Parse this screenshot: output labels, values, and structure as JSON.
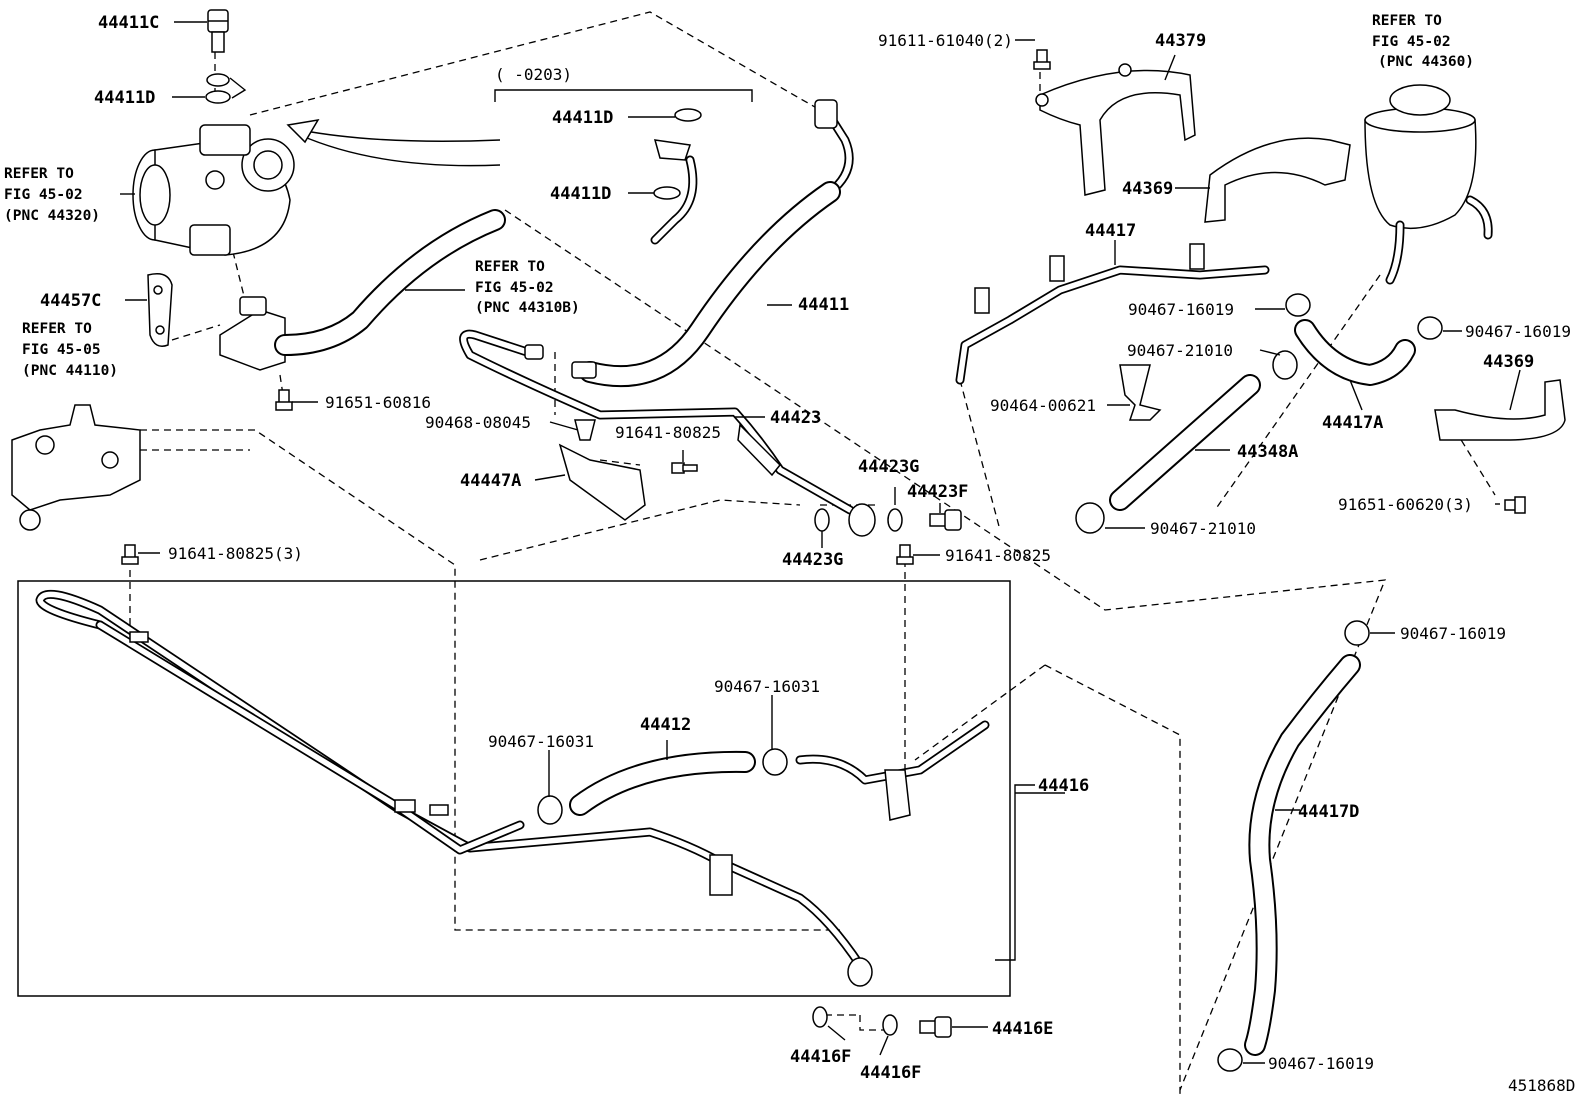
{
  "labels": {
    "c44411C": "44411C",
    "d44411D_top": "44411D",
    "d44411D_a": "44411D",
    "d44411D_b": "44411D",
    "d44457C": "44457C",
    "d44411": "44411",
    "d44423": "44423",
    "d44447A": "44447A",
    "d44423G_a": "44423G",
    "d44423G_b": "44423G",
    "d44423F": "44423F",
    "d44379": "44379",
    "d44369_a": "44369",
    "d44369_b": "44369",
    "d44417": "44417",
    "d44417A": "44417A",
    "d44348A": "44348A",
    "d44417D": "44417D",
    "d44412": "44412",
    "d44416": "44416",
    "d44416E": "44416E",
    "d44416F_a": "44416F",
    "d44416F_b": "44416F",
    "range_note": "(      -0203)"
  },
  "bolts": {
    "b91611": "91611-61040(2)",
    "b91651_816": "91651-60816",
    "b90468": "90468-08045",
    "b91641_a": "91641-80825",
    "b91641_b": "91641-80825(3)",
    "b91641_c": "91641-80825",
    "b90467_16019_a": "90467-16019",
    "b90467_16019_b": "90467-16019",
    "b90467_16019_c": "90467-16019",
    "b90467_16019_d": "90467-16019",
    "b90467_21010_a": "90467-21010",
    "b90467_21010_b": "90467-21010",
    "b90464": "90464-00621",
    "b91651_620": "91651-60620(3)",
    "b90467_16031_a": "90467-16031",
    "b90467_16031_b": "90467-16031"
  },
  "refs": {
    "pump": [
      "REFER TO",
      "FIG 45-02",
      "(PNC 44320)"
    ],
    "hose": [
      "REFER TO",
      "FIG 45-02",
      "(PNC 44310B)"
    ],
    "engine": [
      "REFER TO",
      "FIG 45-05",
      "(PNC 44110)"
    ],
    "reservoir": [
      "REFER TO",
      "FIG 45-02",
      "(PNC 44360)"
    ]
  },
  "diagram_id": "451868D"
}
